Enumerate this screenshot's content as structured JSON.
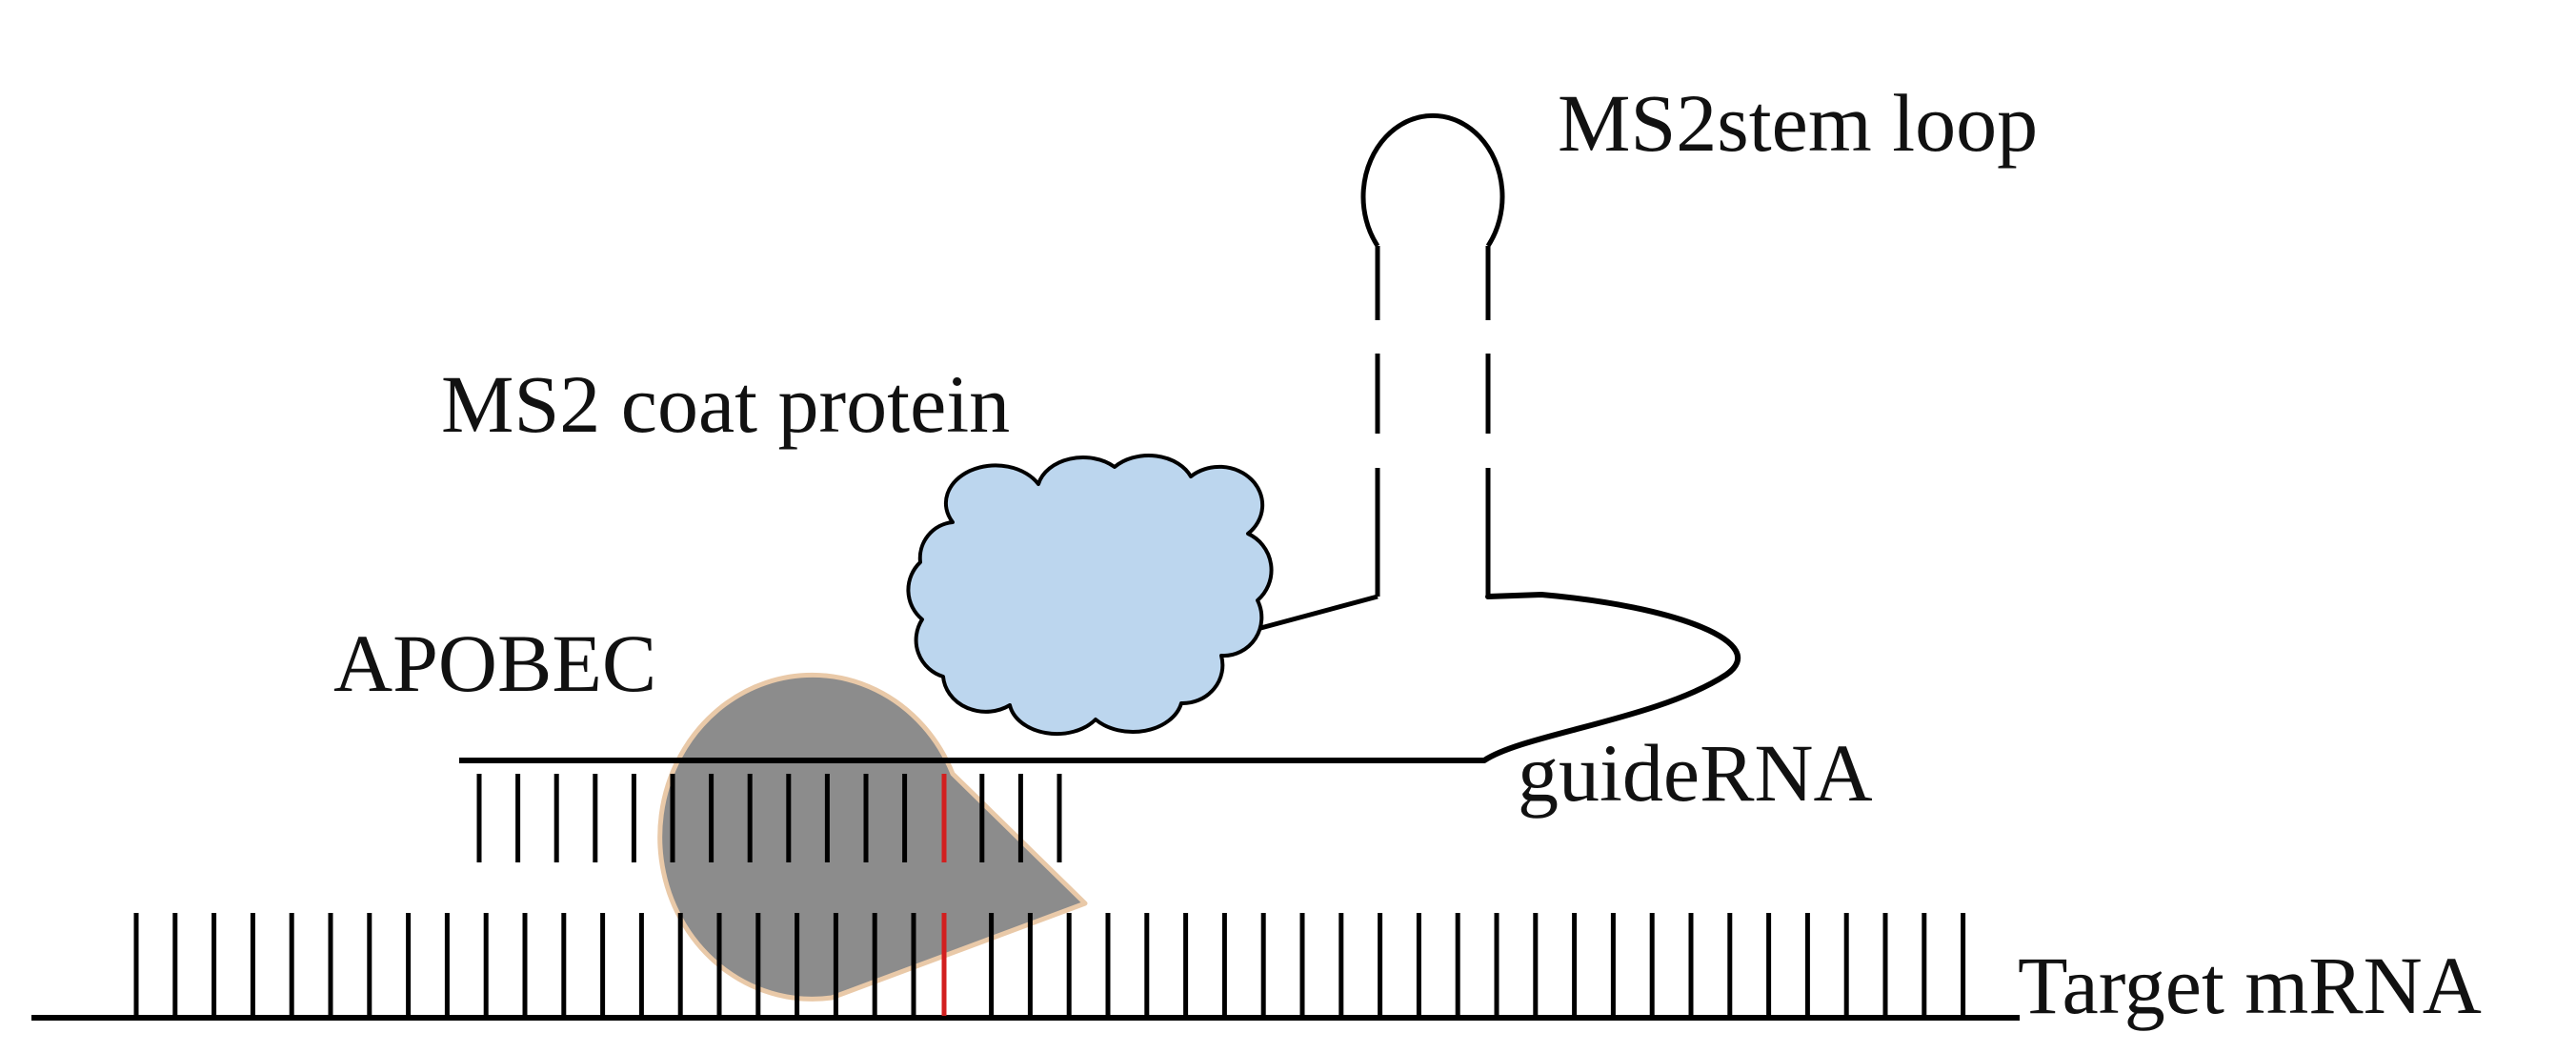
{
  "labels": {
    "stem_loop": "MS2stem loop",
    "coat_protein": "MS2 coat protein",
    "apobec": "APOBEC",
    "guide_rna": "guideRNA",
    "target_mrna": "Target mRNA"
  },
  "colors": {
    "line": "#000000",
    "coat_protein_fill": "#bcd6ee",
    "apobec_fill": "#8c8c8c",
    "apobec_edge": "#e9c9a8",
    "edit_site": "#d21f1f"
  },
  "icons": {
    "coat_protein": "cloud-shape",
    "apobec": "pac-man-shape",
    "stem_loop": "hairpin-loop"
  }
}
